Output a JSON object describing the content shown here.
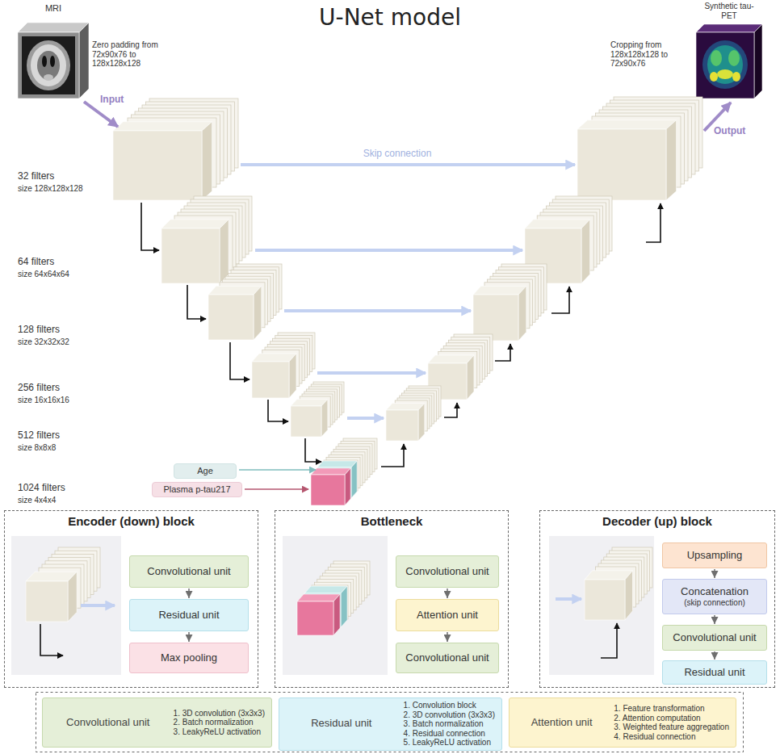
{
  "diagram": {
    "title": "U-Net model",
    "nodes": [
      {
        "text": [
          "MRI"
        ]
      },
      {
        "text": [
          "Synthetic tau-PET"
        ]
      },
      {
        "text": [
          "Age"
        ]
      },
      {
        "text": [
          "Plasma p-tau217"
        ]
      },
      {
        "text": [
          "Encoder (down) block"
        ]
      },
      {
        "text": [
          "Convolutional unit"
        ],
        "in": 4
      },
      {
        "text": [
          "Residual unit"
        ],
        "in": 4
      },
      {
        "text": [
          "Max pooling"
        ],
        "in": 4
      },
      {
        "text": [
          "Bottleneck"
        ]
      },
      {
        "text": [
          "Convolutional unit"
        ],
        "in": 8
      },
      {
        "text": [
          "Attention unit"
        ],
        "in": 8
      },
      {
        "text": [
          "Convolutional unit"
        ],
        "in": 8
      },
      {
        "text": [
          "Decoder (up) block"
        ]
      },
      {
        "text": [
          "Upsampling"
        ],
        "in": 12
      },
      {
        "text": [
          "Concatenation",
          "(skip connection)"
        ],
        "in": 12
      },
      {
        "text": [
          "Convolutional unit"
        ],
        "in": 12
      },
      {
        "text": [
          "Residual unit"
        ],
        "in": 12
      },
      {
        "text": [
          "Convolutional unit",
          "1. 3D convolution (3x3x3)",
          "2. Batch normalization",
          "3. LeakyReLU activation"
        ]
      },
      {
        "text": [
          "Residual unit",
          "1. Convolution block",
          "2. 3D convolution (3x3x3)",
          "3. Batch normalization",
          "4. Residual connection",
          "5. LeakyReLU activation"
        ]
      },
      {
        "text": [
          "Attention unit",
          "1. Feature transformation",
          "2. Attention computation",
          "3. Weighted feature aggregation",
          "4. Residual connection"
        ]
      }
    ],
    "edges": [
      {
        "from": 5,
        "to": 6,
        "arrow": "to"
      },
      {
        "from": 6,
        "to": 7,
        "arrow": "to"
      },
      {
        "from": 9,
        "to": 10,
        "arrow": "to"
      },
      {
        "from": 10,
        "to": 11,
        "arrow": "to"
      },
      {
        "from": 13,
        "to": 14,
        "arrow": "to"
      },
      {
        "from": 14,
        "to": 15,
        "arrow": "to"
      },
      {
        "from": 15,
        "to": 16,
        "arrow": "to"
      }
    ],
    "labels": [
      "Zero padding from 72x90x76 to 128x128x128",
      "Input",
      "Cropping from 128x128x128 to 72x90x76",
      "Output",
      "Skip connection",
      "32 filters",
      "size 128x128x128",
      "64 filters",
      "size 64x64x64",
      "128 filters",
      "size 32x32x32",
      "256 filters",
      "size 16x16x16",
      "512 filters",
      "size 8x8x8",
      "1024 filters",
      "size 4x4x4"
    ]
  }
}
